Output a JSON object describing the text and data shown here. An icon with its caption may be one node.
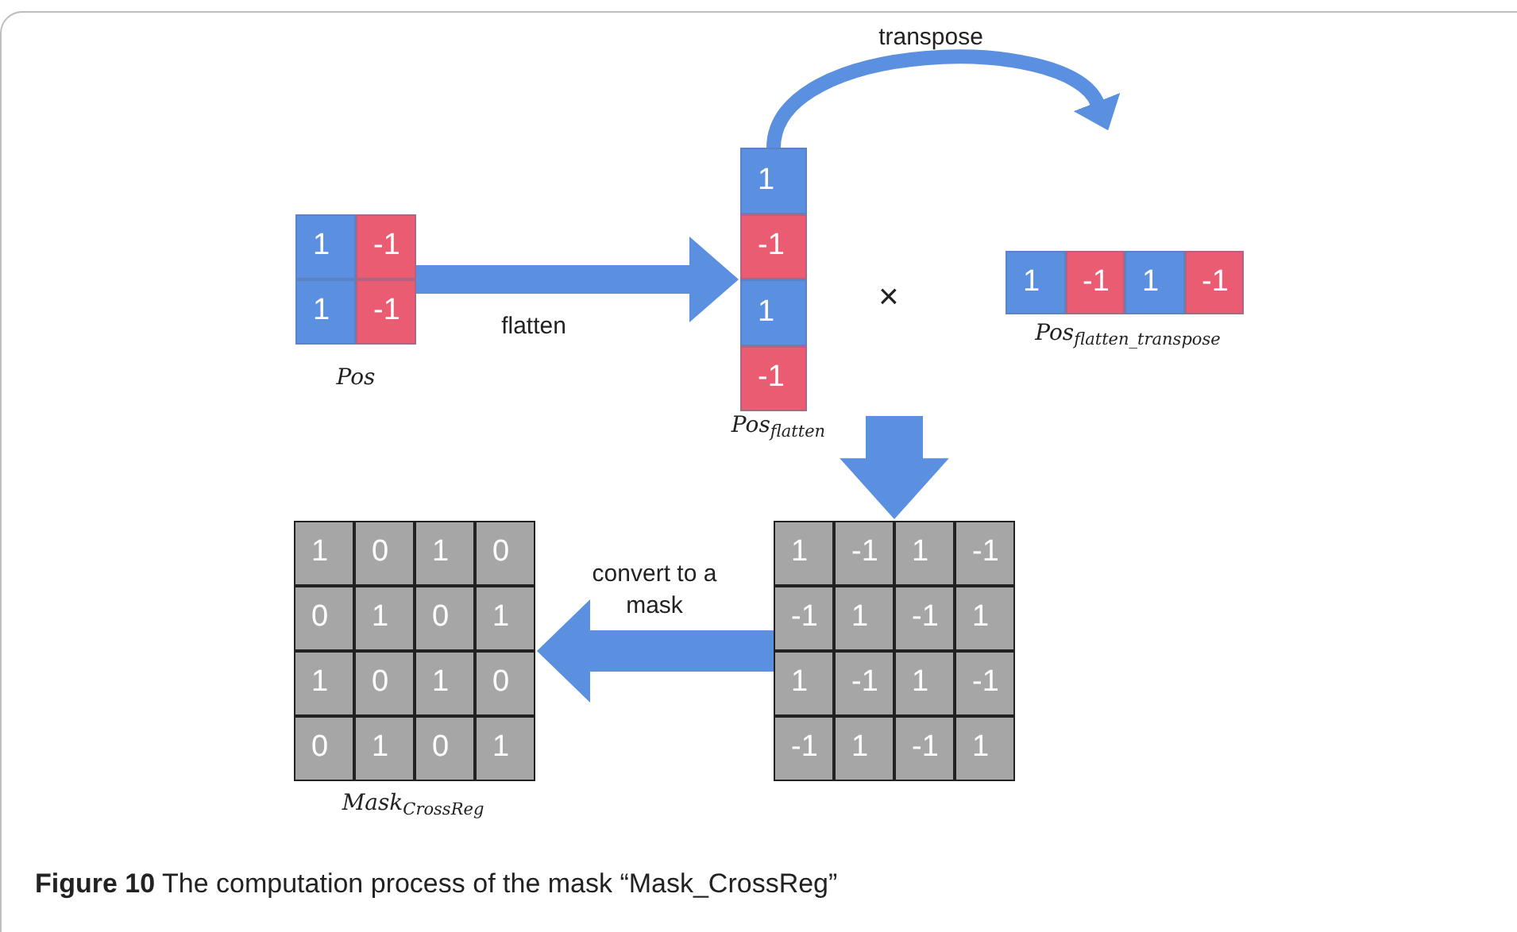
{
  "diagram": {
    "caption": "**Figure 10** The computation process of the mask “Mask_CrossReg”",
    "nodes": [
      {
        "text": [
          "1",
          "-1",
          "1",
          "-1"
        ],
        "beside": [
          "Pos"
        ]
      },
      {
        "text": [
          "1",
          "-1",
          "1",
          "-1"
        ],
        "beside": [
          "Pos$_{flatten}$"
        ]
      },
      {
        "text": [
          "1",
          "-1",
          "1",
          "-1"
        ],
        "beside": [
          "Pos$_{flatten_transpose}$"
        ]
      },
      {
        "text": [
          "1",
          "0",
          "1",
          "0",
          "0",
          "1",
          "0",
          "1",
          "1",
          "0",
          "1",
          "0",
          "0",
          "1",
          "0",
          "1"
        ],
        "beside": [
          "Mask$_{CrossReg}$"
        ]
      },
      {
        "text": [
          "1",
          "-1",
          "1",
          "-1",
          "-1",
          "1",
          "-1",
          "1",
          "1",
          "-1",
          "1",
          "-1",
          "-1",
          "1",
          "-1",
          "1"
        ]
      }
    ],
    "edges": [
      {
        "from": 0,
        "to": 1,
        "arrow": "to",
        "label": "flatten"
      },
      {
        "from": 1,
        "to": 2,
        "arrow": "to",
        "label": "transpose"
      },
      {
        "from": null,
        "to": 4,
        "arrow": "to",
        "style": "thick"
      },
      {
        "from": 4,
        "to": 3,
        "arrow": "to",
        "label": "convert to a mask"
      }
    ],
    "labels": [
      "×"
    ]
  }
}
